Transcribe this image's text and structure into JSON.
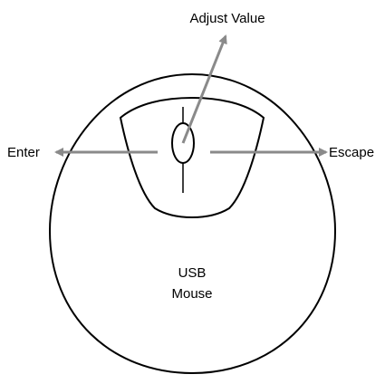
{
  "diagram": {
    "callouts": {
      "adjust_value": "Adjust Value",
      "enter": "Enter",
      "escape": "Escape"
    },
    "device": {
      "line1": "USB",
      "line2": "Mouse"
    }
  },
  "colors": {
    "arrow": "#8a8a8a",
    "outline": "#000000",
    "background": "#ffffff"
  }
}
